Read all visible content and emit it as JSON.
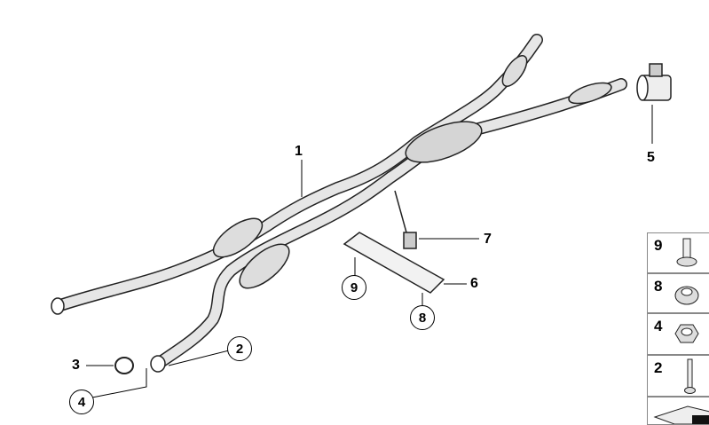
{
  "diagram": {
    "callouts": {
      "c1": "1",
      "c2": "2",
      "c3": "3",
      "c4": "4",
      "c5": "5",
      "c6": "6",
      "c7": "7",
      "c8": "8",
      "c9": "9"
    },
    "legend": [
      {
        "number": "9",
        "icon": "bolt-with-washer-icon"
      },
      {
        "number": "8",
        "icon": "flange-nut-icon"
      },
      {
        "number": "4",
        "icon": "hex-nut-icon"
      },
      {
        "number": "2",
        "icon": "long-bolt-icon"
      },
      {
        "number": "",
        "icon": "bracket-icon"
      }
    ]
  }
}
